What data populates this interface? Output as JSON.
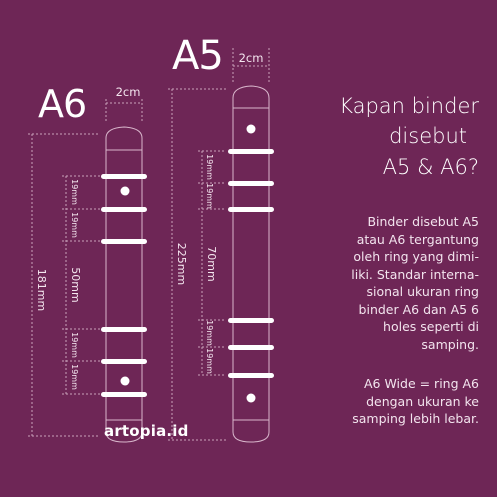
{
  "a6": {
    "label": "A6",
    "width_label": "2cm",
    "height_label": "181mm",
    "spacing_labels": [
      "19mm",
      "19mm",
      "50mm",
      "19mm",
      "19mm"
    ]
  },
  "a5": {
    "label": "A5",
    "width_label": "2cm",
    "height_label": "225mm",
    "spacing_labels": [
      "19mm",
      "19mm",
      "70mm",
      "19mm",
      "19mm"
    ]
  },
  "title_lines": [
    "Kapan binder",
    "disebut",
    "A5 & A6?"
  ],
  "description_lines": [
    "Binder disebut A5",
    "atau A6 tergantung",
    "oleh ring yang dimi-",
    "liki. Standar interna-",
    "sional ukuran ring",
    "binder A6 dan A5 6",
    "holes seperti di",
    "samping."
  ],
  "note_lines": [
    "A6 Wide = ring A6",
    "dengan ukuran ke",
    "samping lebih lebar."
  ],
  "brand": "artopia.id",
  "colors": {
    "background": "#6e2656",
    "foreground": "#ffffff"
  }
}
